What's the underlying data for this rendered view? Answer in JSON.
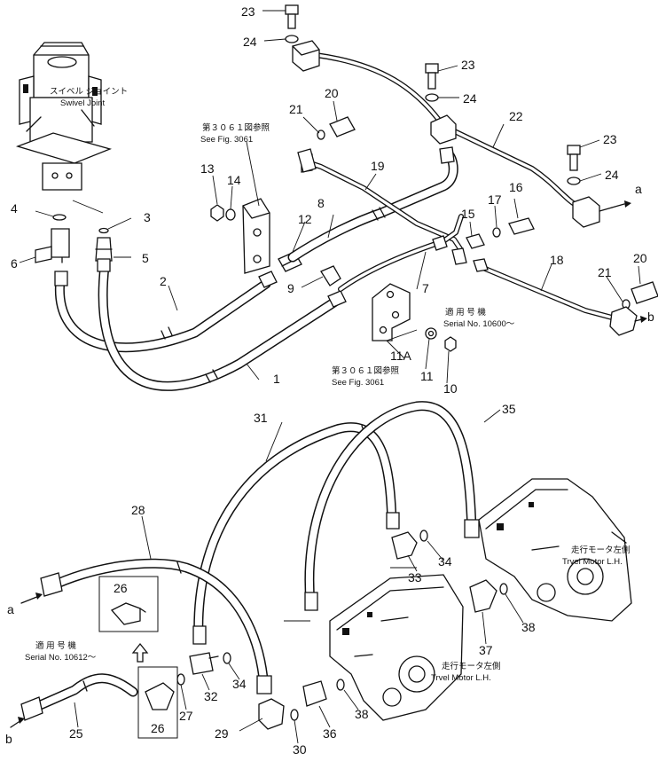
{
  "notes": {
    "swivel_jp": "スイベル ジョイント",
    "swivel_en": "Swivel Joint",
    "see_fig_top_jp": "第３０６１図参照",
    "see_fig_top_en": "See Fig. 3061",
    "see_fig_bottom_jp": "第３０６１図参照",
    "see_fig_bottom_en": "See Fig. 3061",
    "serial_top_jp": "適 用 号 機",
    "serial_top_en": "Serial No. 10600～",
    "serial_bottom_jp": "適 用 号 機",
    "serial_bottom_en": "Serial No. 10612～",
    "motor_right_jp": "走行モータ左側",
    "motor_right_en": "Trvel Motor L.H.",
    "motor_left_jp": "走行モータ左側",
    "motor_left_en": "Trvel Motor L.H."
  },
  "connectors": {
    "a_top": "a",
    "b_top": "b",
    "a_bottom": "a",
    "b_bottom": "b"
  },
  "part_numbers": {
    "n1": "1",
    "n2": "2",
    "n3": "3",
    "n4": "4",
    "n5": "5",
    "n6": "6",
    "n7": "7",
    "n8": "8",
    "n9": "9",
    "n10": "10",
    "n11": "11",
    "n11a": "11A",
    "n12": "12",
    "n13": "13",
    "n14": "14",
    "n15": "15",
    "n16": "16",
    "n17": "17",
    "n18": "18",
    "n19": "19",
    "n20a": "20",
    "n20b": "20",
    "n21a": "21",
    "n21b": "21",
    "n22": "22",
    "n23a": "23",
    "n23b": "23",
    "n23c": "23",
    "n24a": "24",
    "n24b": "24",
    "n24c": "24",
    "n25": "25",
    "n26a": "26",
    "n26b": "26",
    "n27": "27",
    "n28": "28",
    "n29": "29",
    "n30": "30",
    "n31": "31",
    "n32": "32",
    "n33": "33",
    "n34a": "34",
    "n34b": "34",
    "n35": "35",
    "n36": "36",
    "n37": "37",
    "n38a": "38",
    "n38b": "38"
  }
}
